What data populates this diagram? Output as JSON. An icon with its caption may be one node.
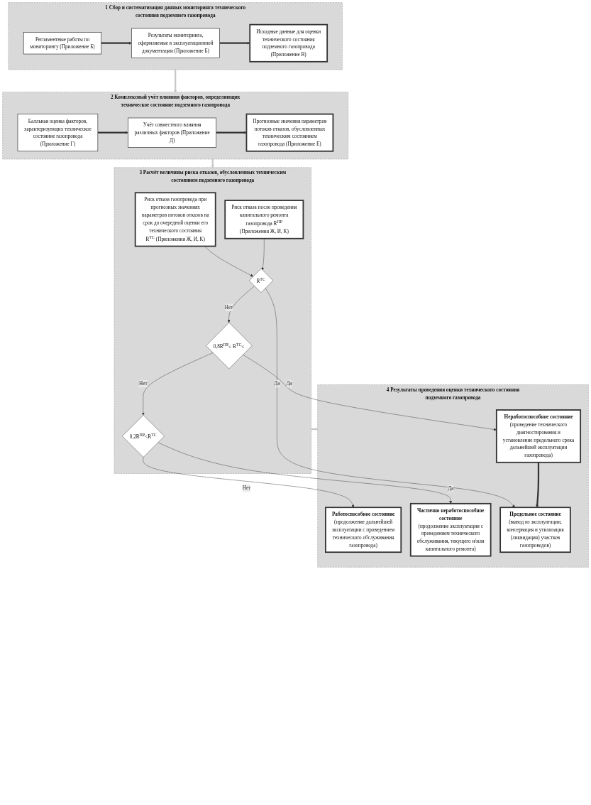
{
  "diagram": {
    "nodes": [
      {
        "text": [
          "1  Сбор и систематизация данных мониторинга технического состояния подземного газопровода"
        ]
      },
      {
        "text": [
          "Регламентные работы по мониторингу (Приложение Б)"
        ],
        "in": 0
      },
      {
        "text": [
          "Результаты мониторинга, оформляемые в эксплуатационной документации (Приложение Б)"
        ],
        "in": 0
      },
      {
        "text": [
          "Исходные данные для оценки технического состояния подземного газопровода (Приложение В)"
        ],
        "in": 0
      },
      {
        "text": [
          "2  Комплексный учёт влияния факторов, определяющих техническое состояние подземного газопровода"
        ]
      },
      {
        "text": [
          "Балльная оценка факторов, характеризующих техническое состояние газопровода (Приложение Г)"
        ],
        "in": 4
      },
      {
        "text": [
          "Учёт совместного влияния различных факторов (Приложение Д)"
        ],
        "in": 4
      },
      {
        "text": [
          "Прогнозные значения параметров потоков отказов, обусловленных техническим состоянием газопровода (Приложение Е)"
        ],
        "in": 4
      },
      {
        "text": [
          "3  Расчёт величины риска отказов, обусловленных техническим состоянием подземного газопровода"
        ]
      },
      {
        "text": [
          "Риск отказа газопровода при прогнозных значениях параметров потоков отказов на срок до очередной оценки его технического состояния R$^{ТС}$ (Приложения Ж, И, К)"
        ],
        "in": 8
      },
      {
        "text": [
          "Риск отказа после проведения капитального ремонта газопровода R$^{ПР}$ (Приложения Ж, И, К)"
        ],
        "in": 8
      },
      {
        "text": [
          "0,2R$^{ПР}$<R$^{ТС}$"
        ],
        "in": 8
      },
      {
        "text": [
          "0,8R$^{ПР}$≤ R$^{ТС}$≤"
        ],
        "in": 8
      },
      {
        "text": [
          "R$^{ТС}$"
        ],
        "in": 8
      },
      {
        "text": [
          "4 Результаты проведения оценки технического состояния подземного газопровода"
        ]
      },
      {
        "text": [
          "Работоспособное состояние",
          "(продолжение дальнейшей эксплуатации с проведением технического обслуживания газопровода)"
        ],
        "in": 14
      },
      {
        "text": [
          "Частично неработоспособное состояние",
          "(продолжение эксплуатации с проведением технического обслуживания, текущего и/или капитального ремонта)"
        ],
        "in": 14
      },
      {
        "text": [
          "Неработоспособное состояние",
          "(проведение технического диагностирования и установление предельного срока дальнейшей эксплуатации газопровода)"
        ],
        "in": 14
      },
      {
        "text": [
          "Предельное состояние",
          "(вывод из эксплуатации, консервация и утилизация (ликвидация) участков газопроводов)"
        ],
        "in": 14
      }
    ],
    "edges": [
      {
        "from": 1,
        "to": 2,
        "arrow": "to",
        "style": "thick"
      },
      {
        "from": 2,
        "to": 3,
        "arrow": "to",
        "style": "thick"
      },
      {
        "from": 0,
        "to": 4,
        "arrow": "to",
        "style": "thick",
        "color": "#c8c8c8"
      },
      {
        "from": 5,
        "to": 6,
        "arrow": "to",
        "style": "thick"
      },
      {
        "from": 6,
        "to": 7,
        "arrow": "to",
        "style": "thick"
      },
      {
        "from": 4,
        "to": 8,
        "arrow": "to",
        "style": "thick",
        "color": "#c8c8c8"
      },
      {
        "from": 9,
        "to": 13,
        "arrow": "to"
      },
      {
        "from": 10,
        "to": 13,
        "arrow": "to"
      },
      {
        "from": 13,
        "to": 12,
        "label": "Нет",
        "arrow": "to"
      },
      {
        "from": 12,
        "to": 11,
        "label": "Нет",
        "arrow": "to"
      },
      {
        "from": 11,
        "to": 15,
        "label": "Нет",
        "arrow": "to"
      },
      {
        "from": 11,
        "to": 16,
        "label": "Да",
        "arrow": "to"
      },
      {
        "from": 12,
        "to": 17,
        "label": "Да",
        "arrow": "to"
      },
      {
        "from": 13,
        "to": 18,
        "label": "Да",
        "arrow": "to"
      },
      {
        "from": 8,
        "to": 14,
        "arrow": "to",
        "style": "thick",
        "color": "#c8c8c8"
      },
      {
        "from": 17,
        "to": 18,
        "arrow": "to",
        "style": "thick"
      }
    ]
  }
}
